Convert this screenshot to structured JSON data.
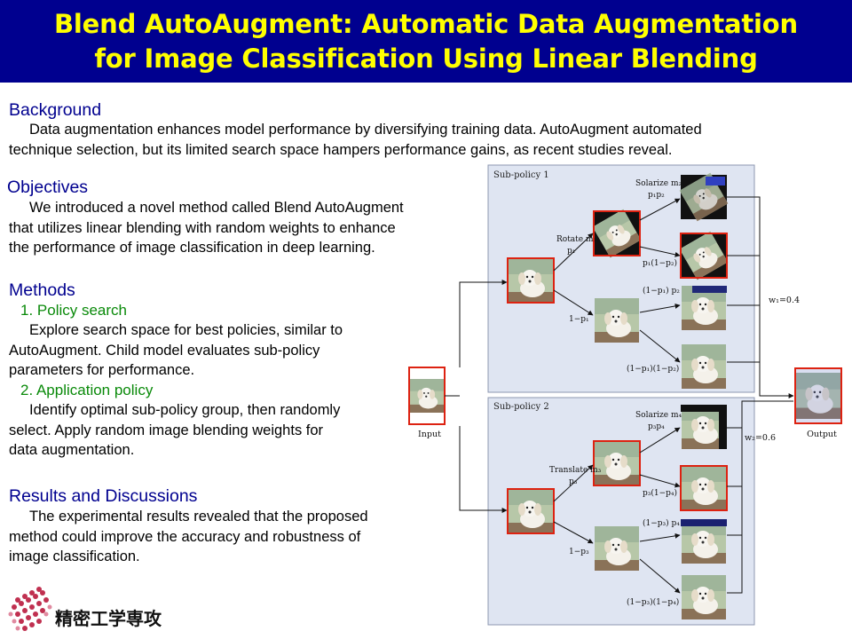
{
  "title": {
    "line1": "Blend AutoAugment: Automatic Data Augmentation",
    "line2": "for Image Classification Using Linear Blending"
  },
  "background": {
    "heading": "Background",
    "lines": [
      "Data augmentation enhances model performance by diversifying training data. AutoAugment automated",
      "technique selection, but its limited search space hampers performance gains, as recent studies reveal."
    ]
  },
  "objectives": {
    "heading": "Objectives",
    "lines": [
      "We introduced a novel method called Blend AutoAugment",
      "that utilizes linear blending with random weights to enhance",
      "the performance of image classification in deep learning."
    ]
  },
  "methods": {
    "heading": "Methods",
    "sub1": "1. Policy search",
    "sub1_lines": [
      "Explore search space for best policies, similar to",
      "AutoAugment. Child model evaluates sub-policy",
      "parameters for performance."
    ],
    "sub2": "2. Application policy",
    "sub2_lines": [
      "Identify optimal sub-policy group, then randomly",
      "select. Apply random image blending weights for",
      "data augmentation."
    ]
  },
  "results": {
    "heading": "Results and Discussions",
    "lines": [
      "The experimental results revealed that the proposed",
      "method could improve the accuracy and robustness of",
      "image classification."
    ]
  },
  "figure": {
    "sp1_title": "Sub-policy 1",
    "sp2_title": "Sub-policy 2",
    "input": "Input",
    "output": "Output",
    "w1": "w₁=0.4",
    "w2": "w₂=0.6",
    "rotate": "Rotate m₁",
    "p1": "p₁",
    "one_minus_p1": "1−p₁",
    "solarize_m2": "Solarize m₂",
    "p1p2": "p₁p₂",
    "p1_1mp2": "p₁(1−p₂)",
    "1mp1_p2": "(1−p₁) p₂",
    "1mp1_1mp2": "(1−p₁)(1−p₂)",
    "translate": "Translate m₃",
    "p3": "p₃",
    "one_minus_p3": "1−p₃",
    "solarize_m4": "Solarize m₄",
    "p3p4": "p₃p₄",
    "p3_1mp4": "p₃(1−p₄)",
    "1mp3_p4": "(1−p₃) p₄",
    "1mp3_1mp4": "(1−p₃)(1−p₄)"
  },
  "logo": {
    "text": "精密工学専攻"
  }
}
